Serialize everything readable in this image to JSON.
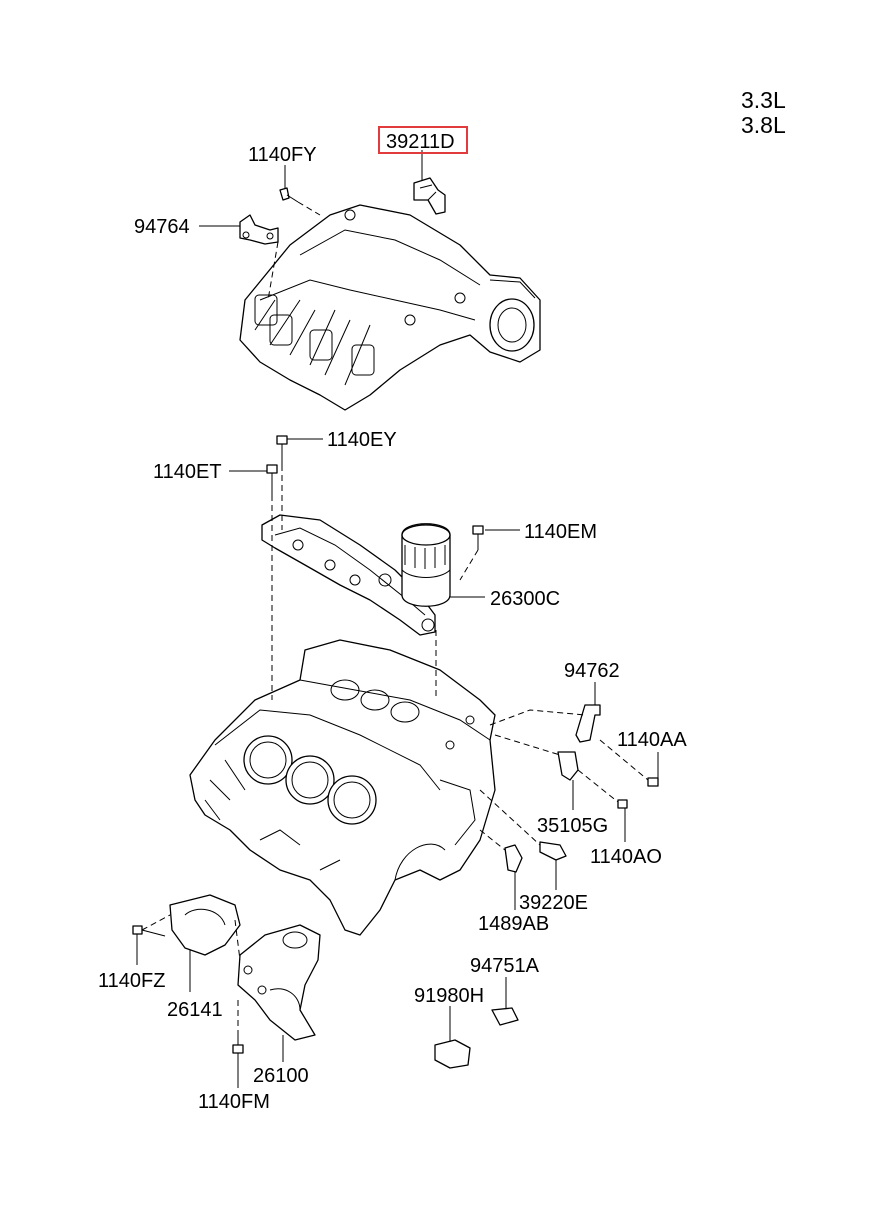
{
  "engine_variants": [
    "3.3L",
    "3.8L"
  ],
  "highlighted_part": "39211D",
  "parts": {
    "p39211D": "39211D",
    "p1140FY": "1140FY",
    "p94764": "94764",
    "p1140EY": "1140EY",
    "p1140ET": "1140ET",
    "p1140EM": "1140EM",
    "p26300C": "26300C",
    "p94762": "94762",
    "p1140AA": "1140AA",
    "p35105G": "35105G",
    "p1140AO": "1140AO",
    "p39220E": "39220E",
    "p1489AB": "1489AB",
    "p1140FZ": "1140FZ",
    "p26141": "26141",
    "p94751A": "94751A",
    "p91980H": "91980H",
    "p26100": "26100",
    "p1140FM": "1140FM"
  },
  "colors": {
    "highlight": "#e23b3b",
    "line": "#000000",
    "background": "#ffffff"
  }
}
